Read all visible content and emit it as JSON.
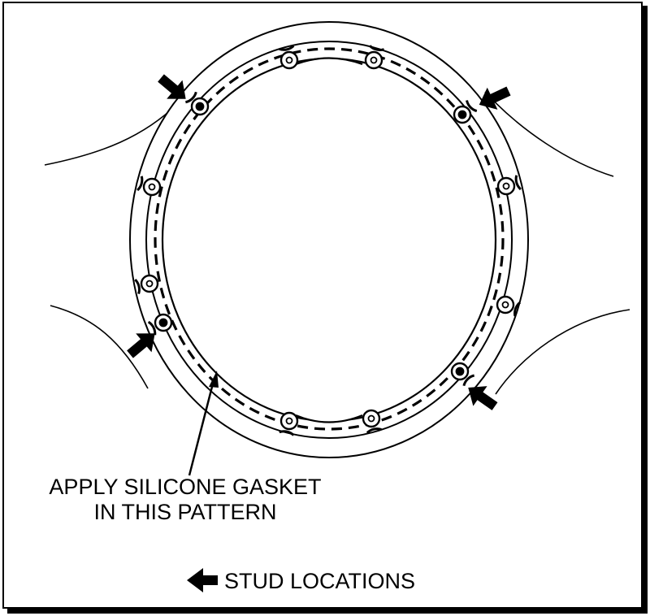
{
  "callout": {
    "line1": "APPLY SILICONE GASKET",
    "line2": "IN THIS PATTERN"
  },
  "legend": {
    "label": "STUD LOCATIONS",
    "icon": "arrow-left-icon"
  },
  "colors": {
    "ink": "#000000",
    "paper": "#ffffff"
  }
}
